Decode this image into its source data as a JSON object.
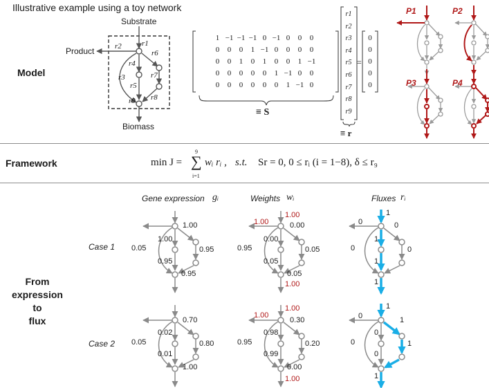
{
  "title": "Illustrative example using a toy network",
  "sections": {
    "model": "Model",
    "framework": "Framework",
    "expression_lines": [
      "From",
      "expression",
      "to",
      "flux"
    ]
  },
  "toy_network": {
    "substrate": "Substrate",
    "product": "Product",
    "biomass": "Biomass",
    "reactions": [
      "r1",
      "r2",
      "r3",
      "r4",
      "r5",
      "r6",
      "r7",
      "r8",
      "r9"
    ]
  },
  "stoichiometry": {
    "rows": [
      [
        "1",
        "−1",
        "−1",
        "−1",
        "0",
        "−1",
        "0",
        "0",
        "0"
      ],
      [
        "0",
        "0",
        "0",
        "1",
        "−1",
        "0",
        "0",
        "0",
        "0"
      ],
      [
        "0",
        "0",
        "1",
        "0",
        "1",
        "0",
        "0",
        "1",
        "−1"
      ],
      [
        "0",
        "0",
        "0",
        "0",
        "0",
        "1",
        "−1",
        "0",
        "0"
      ],
      [
        "0",
        "0",
        "0",
        "0",
        "0",
        "0",
        "1",
        "−1",
        "0"
      ]
    ],
    "rhs": [
      "0",
      "0",
      "0",
      "0",
      "0"
    ],
    "s_label": "≡ S",
    "r_label": "≡ r",
    "equals": "="
  },
  "pathways": [
    "P1",
    "P2",
    "P3",
    "P4"
  ],
  "framework": {
    "min": "min J =",
    "sum_top": "9",
    "sum_bottom": "i=1",
    "objective_term": "wᵢ rᵢ ,",
    "st": "s.t.",
    "constraint": "Sr = 0,  0 ≤ rᵢ (i = 1−8), δ ≤ r₉"
  },
  "columns": {
    "gene": {
      "label": "Gene expression",
      "symbol": "gᵢ"
    },
    "weights": {
      "label": "Weights",
      "symbol": "wᵢ"
    },
    "fluxes": {
      "label": "Fluxes",
      "symbol": "rᵢ"
    }
  },
  "cases": [
    {
      "name": "Case 1",
      "gene": {
        "r2": "1.00",
        "r4": "1.00",
        "r5": "0.95",
        "r3": "0.05",
        "r7": "0.95",
        "r9": "0.95"
      },
      "weights": {
        "r1": "1.00",
        "r2": "1.00",
        "r6": "0.00",
        "r4": "0.00",
        "r5": "0.05",
        "r3": "0.95",
        "r7": "0.05",
        "r9": "0.05",
        "out": "1.00"
      },
      "fluxes": {
        "r1": "1",
        "r2": "0",
        "r6": "0",
        "r4": "1",
        "r5": "1",
        "r3": "0",
        "r7": "0",
        "r9": "1"
      }
    },
    {
      "name": "Case 2",
      "gene": {
        "r6": "0.70",
        "r4": "0.02",
        "r5": "0.01",
        "r3": "0.05",
        "r7": "0.80",
        "r9": "1.00"
      },
      "weights": {
        "r1": "1.00",
        "r2": "1.00",
        "r6": "0.30",
        "r4": "0.98",
        "r5": "0.99",
        "r3": "0.95",
        "r7": "0.20",
        "r9": "0.00",
        "out": "1.00"
      },
      "fluxes": {
        "r1": "1",
        "r2": "0",
        "r6": "1",
        "r4": "0",
        "r5": "0",
        "r3": "0",
        "r7": "1",
        "r9": "1"
      }
    }
  ],
  "colors": {
    "accent_red": "#b01818",
    "flux_blue": "#1aaee6",
    "gray": "#8a8a8a"
  }
}
